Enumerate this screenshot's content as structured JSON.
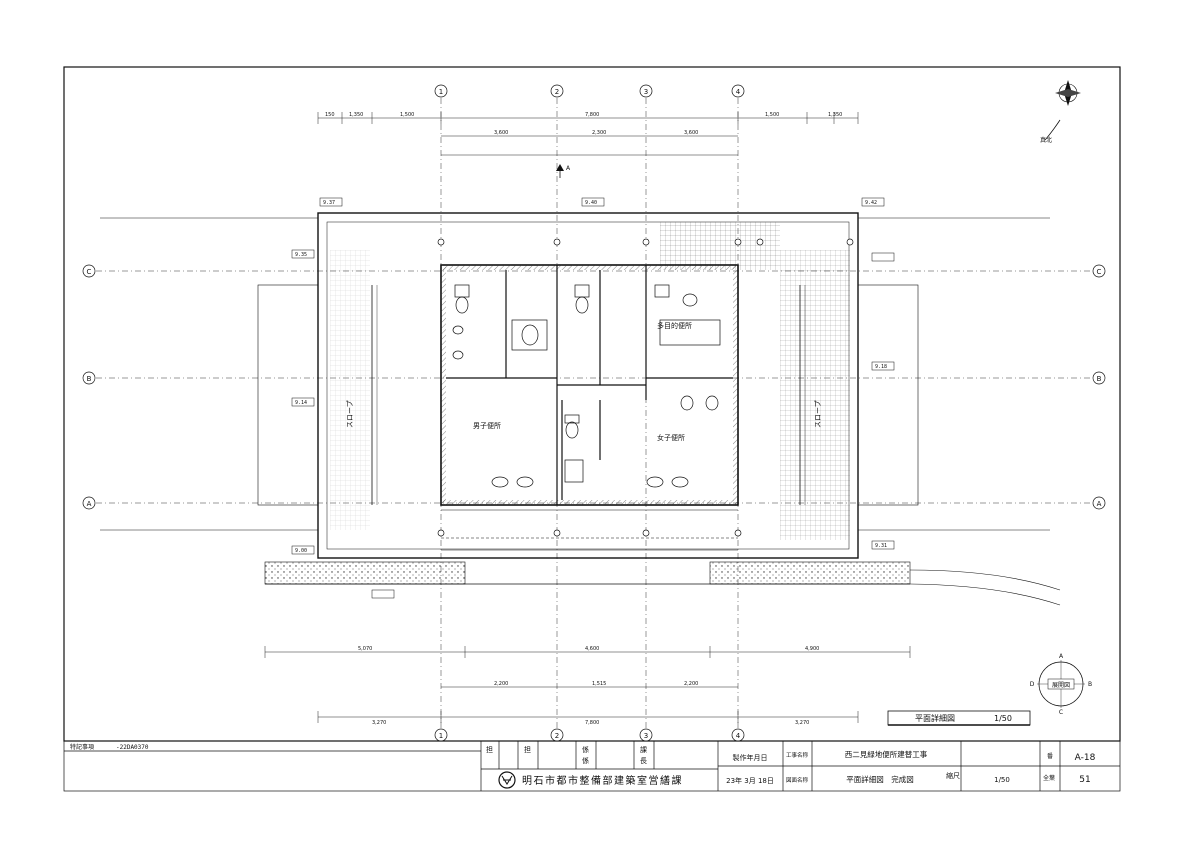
{
  "plan": {
    "grid_columns": [
      "1",
      "2",
      "3",
      "4"
    ],
    "grid_rows": [
      "C",
      "B",
      "A"
    ],
    "room_labels": {
      "mens": "男子便所",
      "womens": "女子便所",
      "multi": "多目的便所",
      "slope": "スロープ"
    },
    "dims_top": [
      "1,350",
      "150",
      "1,500",
      "7,800",
      "1,500",
      "1,350"
    ],
    "dims_top2": [
      "3,600",
      "2,300",
      "3,600"
    ],
    "dims_bottom": [
      "5,070",
      "4,600",
      "4,900"
    ],
    "dims_bottom2": [
      "2,200",
      "1,515",
      "2,200"
    ],
    "dims_bottom3": [
      "3,270",
      "7,800",
      "3,270"
    ],
    "level_marks": [
      "9.35",
      "9.40",
      "9.42",
      "9.37",
      "9.00",
      "9.31",
      "9.14",
      "9.18"
    ],
    "section_mark": "A",
    "compass_text": "真北",
    "key_plan_labels": [
      "A",
      "B",
      "C",
      "D"
    ],
    "key_plan_center": "展開図"
  },
  "drawing_title_box": {
    "title": "平面詳細図",
    "scale": "1/50"
  },
  "title_block": {
    "special_notes_label": "特記事項",
    "special_notes_value": "-22DA0370",
    "col_headers": [
      "担",
      "担",
      "係",
      "係",
      "課",
      "長"
    ],
    "org_name": "明石市都市整備部建築室営繕課",
    "made_date_label": "製作年月日",
    "made_date_value": "23年 3月 18日",
    "project_label": "工事名称",
    "project_name": "西二見緑地便所建替工事",
    "drawing_label": "図面名称",
    "drawing_name": "平面詳細図　完成図",
    "scale_label": "縮尺",
    "scale_value": "1/50",
    "drawing_no_label": "番",
    "drawing_no": "A-18",
    "total_label": "全葉",
    "total_value": "51"
  }
}
